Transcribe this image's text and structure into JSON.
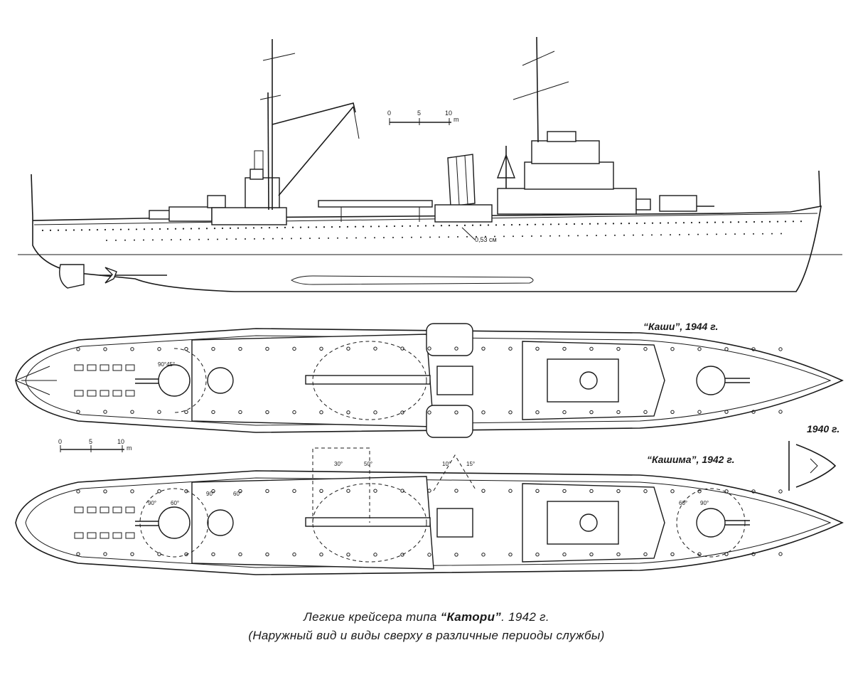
{
  "labels": {
    "kashii": "“Каши”, 1944 г.",
    "kashima": "“Кашима”, 1942 г.",
    "year_1940": "1940 г.",
    "waterline": "0,53 см"
  },
  "scale_top": {
    "ticks": [
      "0",
      "5",
      "10"
    ],
    "unit": "m"
  },
  "scale_mid": {
    "ticks": [
      "0",
      "5",
      "10"
    ],
    "unit": "m"
  },
  "angles": {
    "kashii_fwd": "90°45°",
    "kashima_30": "30°",
    "kashima_50": "50°",
    "kashima_10": "10°",
    "kashima_15": "15°",
    "kashima_90a": "90°",
    "kashima_60a": "60°",
    "kashima_90b": "90°",
    "kashima_60b": "60°",
    "kashima_60c": "60°",
    "kashima_90c": "90°"
  },
  "caption": {
    "line1_prefix": "Легкие крейсера типа ",
    "line1_name": "“Катори”",
    "line1_suffix": ". 1942 г.",
    "line2": "(Наружный вид и виды сверху в различные периоды службы)"
  }
}
